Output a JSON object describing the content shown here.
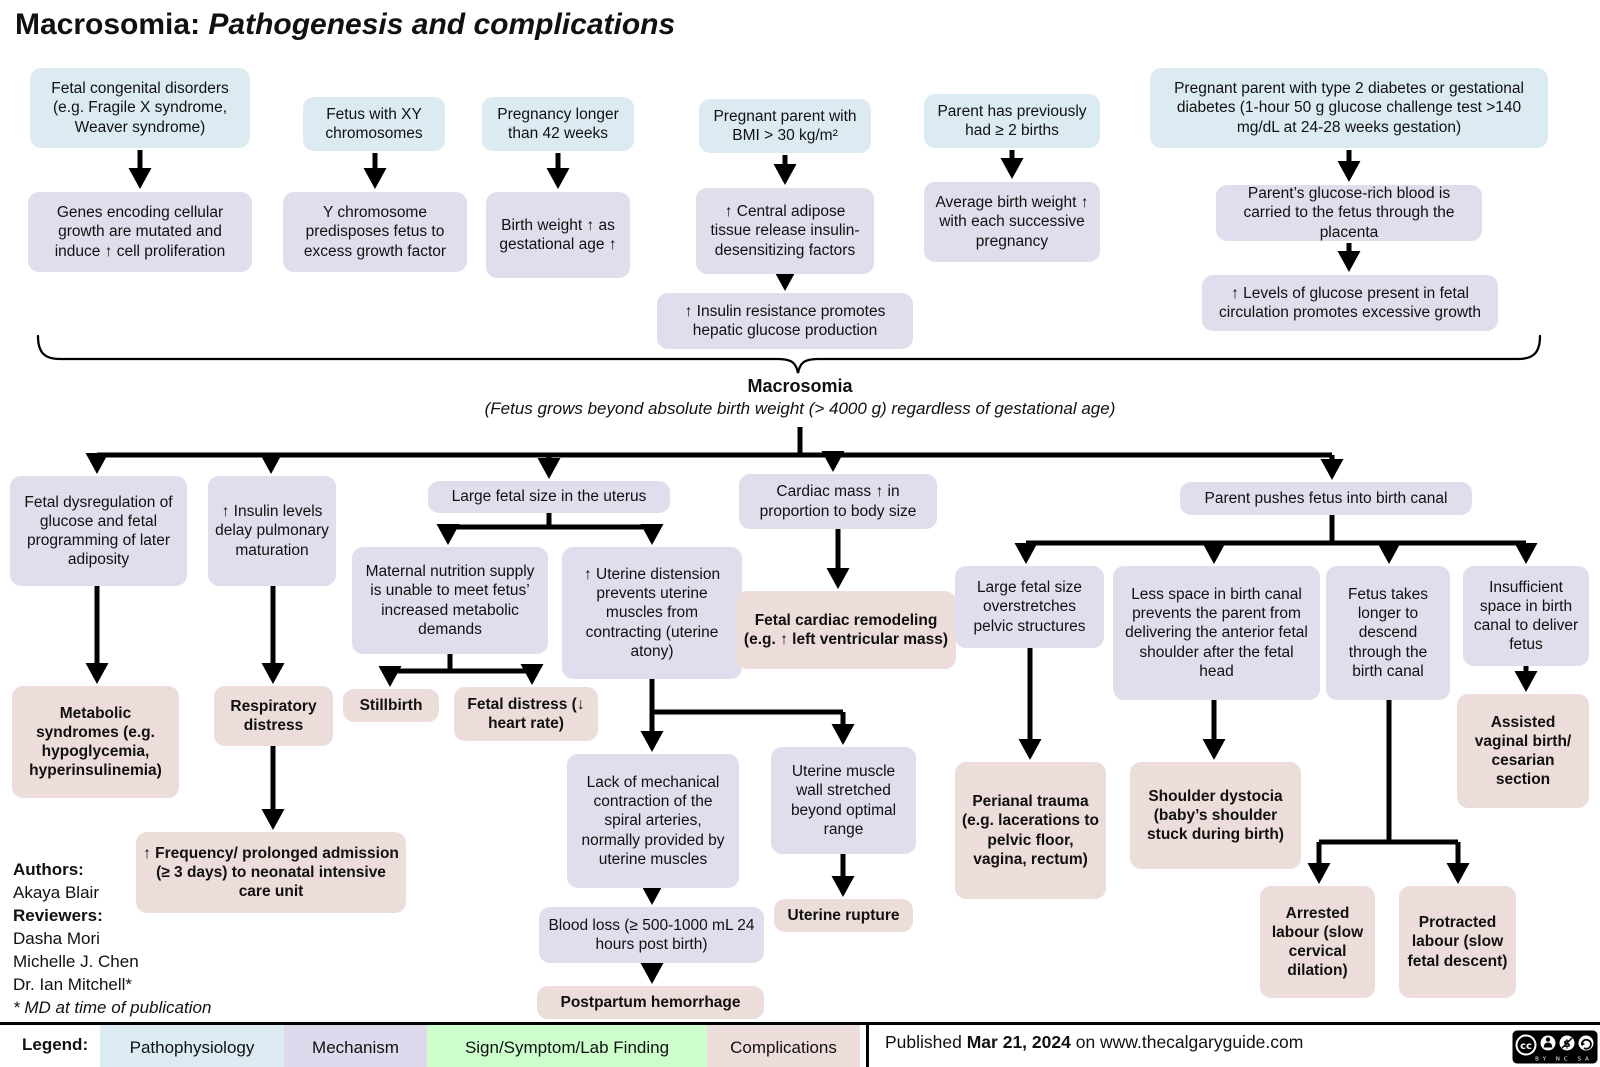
{
  "title": {
    "prefix": "Macrosomia: ",
    "italic": "Pathogenesis and complications"
  },
  "center": {
    "label": "Macrosomia",
    "subtitle": "(Fetus grows beyond absolute birth weight (> 4000 g) regardless of gestational age)"
  },
  "nodes": {
    "b1": {
      "category": "pathophysiology",
      "text": "Fetal congenital disorders (e.g. Fragile X syndrome, Weaver syndrome)"
    },
    "b2": {
      "category": "pathophysiology",
      "text": "Fetus with XY chromosomes"
    },
    "b3": {
      "category": "pathophysiology",
      "text": "Pregnancy longer than 42 weeks"
    },
    "b4": {
      "category": "pathophysiology",
      "text": "Pregnant parent with BMI > 30 kg/m²"
    },
    "b5": {
      "category": "pathophysiology",
      "text": "Parent has previously had ≥ 2 births"
    },
    "b6": {
      "category": "pathophysiology",
      "text": "Pregnant parent with type 2 diabetes or gestational diabetes (1-hour 50 g glucose challenge test >140 mg/dL at 24-28 weeks gestation)"
    },
    "m1": {
      "category": "mechanism",
      "text": "Genes encoding cellular growth are mutated and induce ↑ cell proliferation"
    },
    "m2": {
      "category": "mechanism",
      "text": "Y chromosome predisposes fetus to excess growth factor"
    },
    "m3": {
      "category": "mechanism",
      "text": "Birth weight ↑ as gestational age ↑"
    },
    "m4": {
      "category": "mechanism",
      "text": "↑ Central adipose tissue release insulin-desensitizing factors"
    },
    "m4b": {
      "category": "mechanism",
      "text": "↑ Insulin resistance promotes hepatic glucose production"
    },
    "m5": {
      "category": "mechanism",
      "text": "Average birth weight ↑ with each successive pregnancy"
    },
    "m6": {
      "category": "mechanism",
      "text": "Parent’s glucose-rich blood is carried to the fetus through the placenta"
    },
    "m6b": {
      "category": "mechanism",
      "text": "↑ Levels of glucose present in fetal circulation promotes excessive growth"
    },
    "a1": {
      "category": "mechanism",
      "text": "Fetal dysregulation of glucose and fetal programming of later adiposity"
    },
    "a2": {
      "category": "mechanism",
      "text": "↑ Insulin levels delay pulmonary maturation"
    },
    "c": {
      "category": "mechanism",
      "text": "Large fetal size in the uterus"
    },
    "c1": {
      "category": "mechanism",
      "text": "Maternal nutrition supply is unable to meet fetus’ increased metabolic demands"
    },
    "c2": {
      "category": "mechanism",
      "text": "↑ Uterine distension prevents uterine muscles from contracting (uterine atony)"
    },
    "d": {
      "category": "mechanism",
      "text": "Cardiac mass ↑ in proportion to body size"
    },
    "d2": {
      "category": "complication",
      "text": "Fetal cardiac remodeling (e.g. ↑ left ventricular mass)"
    },
    "e": {
      "category": "mechanism",
      "text": "Parent pushes fetus into birth canal"
    },
    "e1": {
      "category": "mechanism",
      "text": "Large fetal size overstretches pelvic structures"
    },
    "e2": {
      "category": "mechanism",
      "text": "Less space in birth canal prevents the parent from delivering the anterior fetal shoulder after the fetal head"
    },
    "e3": {
      "category": "mechanism",
      "text": "Fetus takes longer to descend through the birth canal"
    },
    "e4": {
      "category": "mechanism",
      "text": "Insufficient space in birth canal to deliver fetus"
    },
    "still": {
      "category": "complication",
      "text": "Stillbirth"
    },
    "fd": {
      "category": "complication",
      "text": "Fetal distress (↓ heart rate)"
    },
    "lack": {
      "category": "mechanism",
      "text": "Lack of mechanical contraction of the spiral arteries, normally provided by uterine muscles"
    },
    "umw": {
      "category": "mechanism",
      "text": "Uterine muscle wall stretched beyond optimal range"
    },
    "blood": {
      "category": "mechanism",
      "text": "Blood loss (≥ 500-1000 mL 24 hours post birth)"
    },
    "pph": {
      "category": "complication",
      "text": "Postpartum hemorrhage"
    },
    "ur": {
      "category": "complication",
      "text": "Uterine rupture"
    },
    "meta": {
      "category": "complication",
      "text": "Metabolic syndromes (e.g. hypoglycemia, hyperinsulinemia)"
    },
    "resp": {
      "category": "complication",
      "text": "Respiratory distress"
    },
    "freq": {
      "category": "complication",
      "text": "↑ Frequency/ prolonged admission (≥ 3 days) to neonatal intensive care unit"
    },
    "peri": {
      "category": "complication",
      "text": "Perianal trauma (e.g. lacerations to pelvic floor, vagina, rectum)"
    },
    "sd": {
      "category": "complication",
      "text": "Shoulder dystocia (baby’s shoulder stuck during birth)"
    },
    "arr": {
      "category": "complication",
      "text": "Arrested labour (slow cervical dilation)"
    },
    "prot": {
      "category": "complication",
      "text": "Protracted labour (slow fetal descent)"
    },
    "avb": {
      "category": "complication",
      "text": "Assisted vaginal birth/ cesarian section"
    }
  },
  "authors": {
    "heading": "Authors:",
    "author1": "Akaya Blair",
    "reviewers_heading": "Reviewers:",
    "reviewer1": "Dasha Mori",
    "reviewer2": "Michelle J. Chen",
    "reviewer3": "Dr. Ian Mitchell*",
    "footnote": "* MD at time of publication"
  },
  "legend": {
    "label": "Legend:",
    "items": [
      {
        "label": "Pathophysiology",
        "color": "#dcebf2"
      },
      {
        "label": "Mechanism",
        "color": "#ded9ec"
      },
      {
        "label": "Sign/Symptom/Lab Finding",
        "color": "#ccffcc"
      },
      {
        "label": "Complications",
        "color": "#ecdcda"
      }
    ]
  },
  "footer": {
    "published_prefix": "Published ",
    "published_date": "Mar 21, 2024",
    "published_suffix": " on www.thecalgaryguide.com",
    "license_small_text": "BY NC SA"
  }
}
